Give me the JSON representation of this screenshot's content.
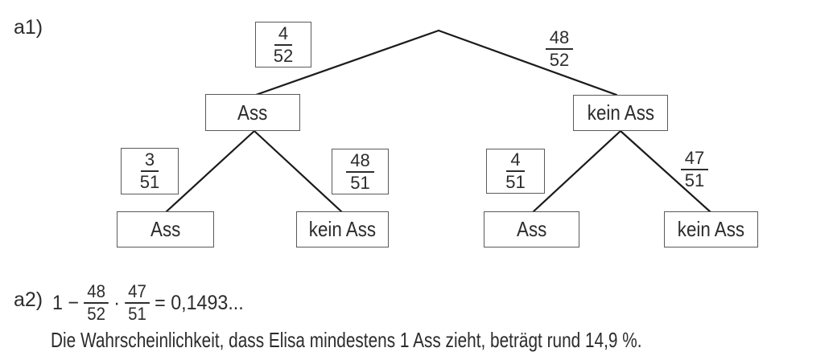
{
  "colors": {
    "background": "#ffffff",
    "text": "#2c2c2c",
    "tree_line": "#1b1b1b",
    "box_border": "#5a5a5a"
  },
  "part_a1": {
    "label": "a1)",
    "tree": {
      "stage1": {
        "left_branch_probability": {
          "numerator": "4",
          "denominator": "52"
        },
        "right_branch_probability": {
          "numerator": "48",
          "denominator": "52"
        },
        "left_node_label": "Ass",
        "right_node_label": "kein Ass"
      },
      "stage2_left": {
        "left_branch_probability": {
          "numerator": "3",
          "denominator": "51"
        },
        "right_branch_probability": {
          "numerator": "48",
          "denominator": "51"
        },
        "left_node_label": "Ass",
        "right_node_label": "kein Ass"
      },
      "stage2_right": {
        "left_branch_probability": {
          "numerator": "4",
          "denominator": "51"
        },
        "right_branch_probability": {
          "numerator": "47",
          "denominator": "51"
        },
        "left_node_label": "Ass",
        "right_node_label": "kein Ass"
      }
    }
  },
  "part_a2": {
    "label": "a2)",
    "equation": {
      "lead": "1 −",
      "fraction1": {
        "numerator": "48",
        "denominator": "52"
      },
      "operator": "·",
      "fraction2": {
        "numerator": "47",
        "denominator": "51"
      },
      "result": "= 0,1493..."
    },
    "conclusion": "Die Wahrscheinlichkeit, dass Elisa mindestens 1 Ass zieht, beträgt rund 14,9 %."
  }
}
